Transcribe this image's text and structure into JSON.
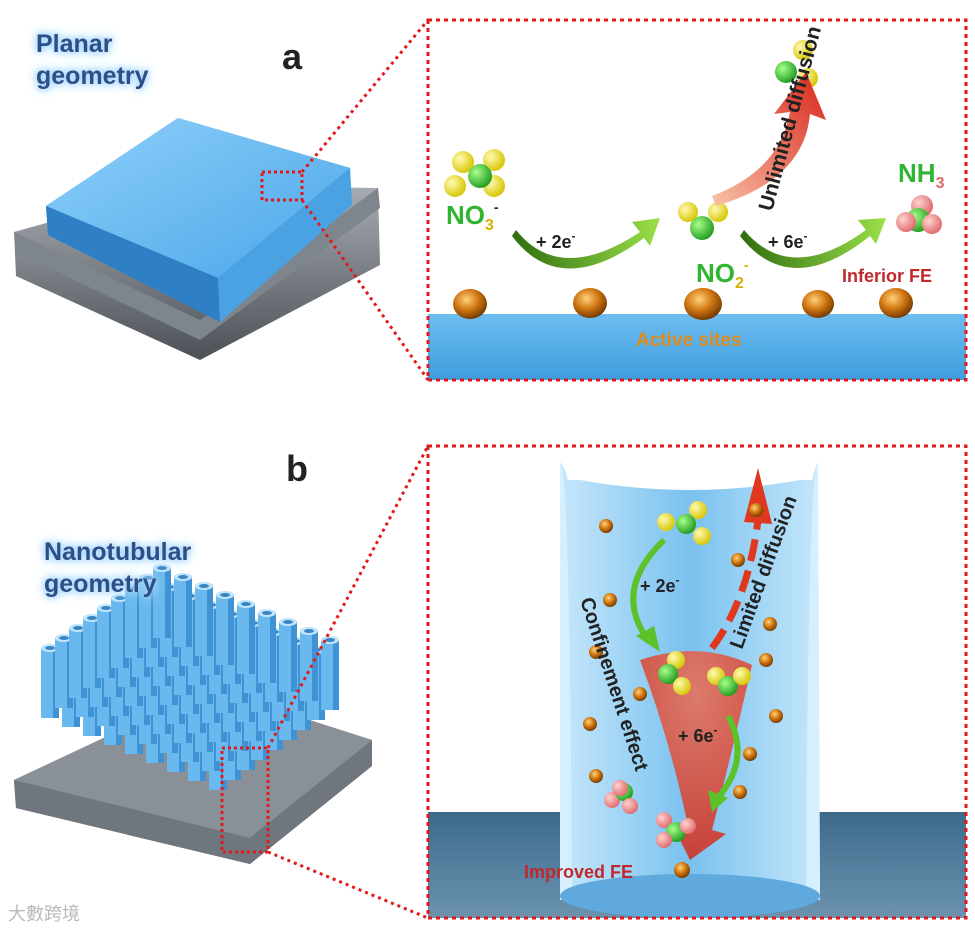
{
  "panel_a": {
    "letter": "a",
    "geometry_label_line1": "Planar",
    "geometry_label_line2": "geometry",
    "species_no3": "NO",
    "species_no3_sub": "3",
    "species_no3_sup": "-",
    "species_no2": "NO",
    "species_no2_sub": "2",
    "species_no2_sup": "-",
    "species_nh3": "NH",
    "species_nh3_sub": "3",
    "step1": "+ 2e",
    "step1_sup": "-",
    "step2": "+ 6e",
    "step2_sup": "-",
    "diffusion": "Unlimited diffusion",
    "fe_label": "Inferior FE",
    "active_sites": "Active sites"
  },
  "panel_b": {
    "letter": "b",
    "geometry_label_line1": "Nanotubular",
    "geometry_label_line2": "geometry",
    "step1": "+ 2e",
    "step1_sup": "-",
    "step2": "+ 6e",
    "step2_sup": "-",
    "diffusion": "Limited diffusion",
    "confinement": "Confinement effect",
    "fe_label": "Improved FE"
  },
  "watermark": "大數跨境",
  "colors": {
    "frame_red": "#e0191b",
    "slab_blue": "#5fb3ee",
    "tube_blue": "#7cc4f2",
    "label_blue": "#2d4f86",
    "species_green": "#2fb52f",
    "species_yellow": "#d4b000",
    "fe_red": "#c0282c",
    "active_orange": "#e08a1a"
  }
}
